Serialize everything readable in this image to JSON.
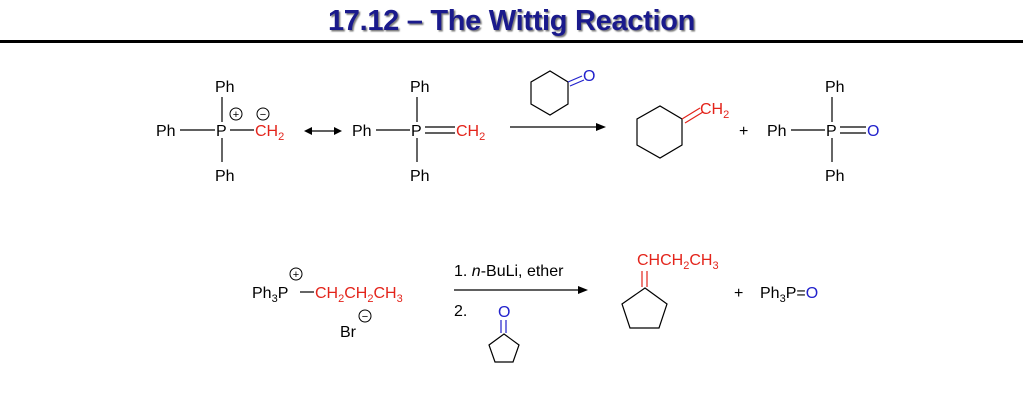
{
  "title": "17.12 – The Wittig Reaction",
  "colors": {
    "title": "#1a1a8c",
    "highlight": "#e3241b",
    "oxygen": "#2222cc"
  },
  "labels": {
    "ph": "Ph",
    "p": "P",
    "ch2": "CH",
    "sub2": "2",
    "sub3": "3",
    "oxygen": "O",
    "plus": "+",
    "plus_charge": "+",
    "minus_charge": "−",
    "ph3p_main": "Ph",
    "ph3p_tail": "P",
    "propyl_ch": "CH",
    "bromide": "Br",
    "ph3po_prefix": "Ph",
    "ph3po_mid": "P=",
    "propylidene": "CHCH",
    "step1_number": "1. ",
    "step1_italic": "n",
    "step1_rest": "-BuLi, ether",
    "step2_number": "2."
  }
}
